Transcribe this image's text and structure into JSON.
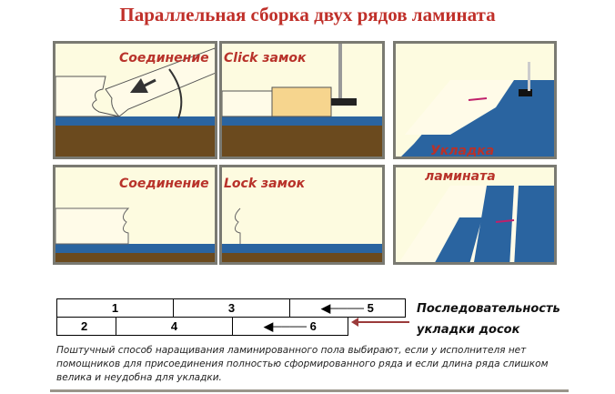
{
  "title": "Параллельная сборка двух рядов ламината",
  "panels": {
    "p1_label": "Соединение",
    "p2_label": "Click замок",
    "p4_label": "Соединение",
    "p5_label": "Lock  замок",
    "p3_label": "Укладка",
    "p6_label": "ламината"
  },
  "sequence": {
    "row1": [
      "1",
      "3",
      "5"
    ],
    "row2": [
      "2",
      "4",
      "6"
    ],
    "label_line1": "Последовательность",
    "label_line2": "укладки досок"
  },
  "description": "Поштучный способ наращивания ламинированного пола выбирают, если у исполнителя нет помощников для присоединения полностью сформированного ряда и если длина ряда слишком велика и неудобна для укладки.",
  "colors": {
    "title": "#c0302a",
    "blue": "#2a64a0",
    "brown": "#6b4a1e",
    "panel": "#fdfbe0"
  }
}
